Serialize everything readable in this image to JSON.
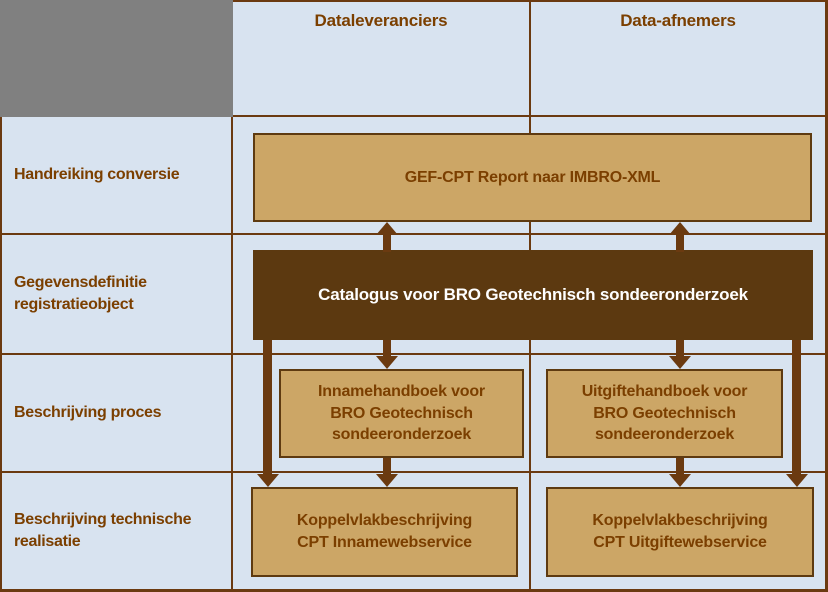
{
  "palette": {
    "background": "#D8E3F0",
    "grid_line": "#6B3A10",
    "corner_gray": "#808080",
    "text_brown": "#7B3F00",
    "box_tan_fill": "#CCA666",
    "box_tan_border": "#5E3A10",
    "box_dark_fill": "#5C3910",
    "box_dark_text": "#FFFFFF",
    "arrow": "#6B3A10"
  },
  "columns": [
    {
      "label": "Dataleveranciers"
    },
    {
      "label": "Data-afnemers"
    }
  ],
  "rows": [
    {
      "label": "Handreiking conversie"
    },
    {
      "label": "Gegevensdefinitie\nregistratieobject"
    },
    {
      "label": "Beschrijving proces"
    },
    {
      "label": "Beschrijving technische\nrealisatie"
    }
  ],
  "boxes": {
    "gef_cpt": {
      "label": "GEF-CPT Report naar IMBRO-XML"
    },
    "catalogus": {
      "label": "Catalogus voor BRO Geotechnisch sondeeronderzoek"
    },
    "innamehandboek": {
      "label": "Innamehandboek voor\nBRO Geotechnisch\nsondeeronderzoek"
    },
    "uitgiftehandboek": {
      "label": "Uitgiftehandboek voor\nBRO Geotechnisch\nsondeeronderzoek"
    },
    "koppelvlak_inname": {
      "label": "Koppelvlakbeschrijving\nCPT Innamewebservice"
    },
    "koppelvlak_uitgifte": {
      "label": "Koppelvlakbeschrijving\nCPT Uitgiftewebservice"
    }
  }
}
